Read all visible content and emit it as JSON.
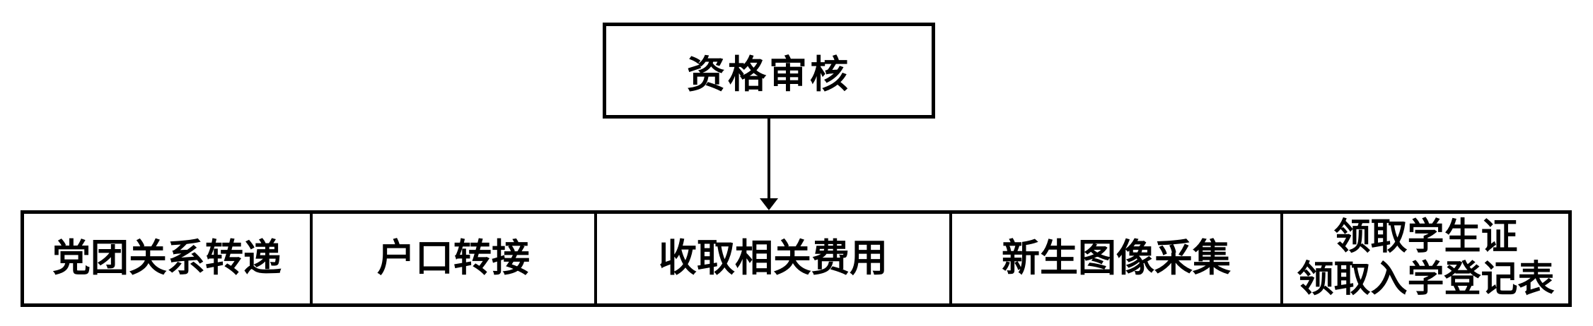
{
  "diagram": {
    "nodes": {
      "top": {
        "label": "资格审核"
      },
      "bottom": [
        {
          "label": "党团关系转递"
        },
        {
          "label": "户口转接"
        },
        {
          "label": "收取相关费用"
        },
        {
          "label": "新生图像采集"
        },
        {
          "lines": [
            "领取学生证",
            "领取入学登记表"
          ]
        }
      ]
    },
    "edges": [
      {
        "from": "资格审核",
        "to": "bottom-row",
        "type": "arrow-down"
      }
    ],
    "colors": {
      "line": "#000000",
      "text": "#000000",
      "background": "#ffffff"
    }
  }
}
